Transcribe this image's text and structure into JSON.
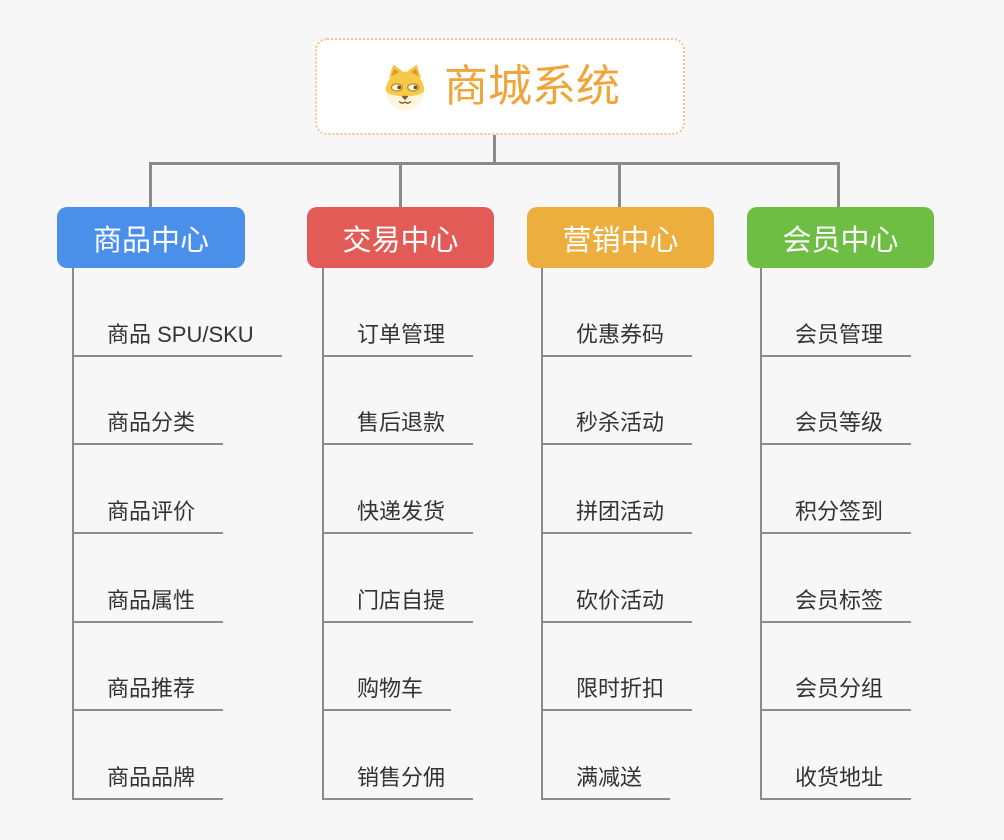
{
  "root": {
    "title": "商城系统",
    "icon": "dog-face-icon"
  },
  "branches": [
    {
      "id": "product-center",
      "label": "商品中心",
      "color": "#4a8fe9",
      "items": [
        "商品 SPU/SKU",
        "商品分类",
        "商品评价",
        "商品属性",
        "商品推荐",
        "商品品牌"
      ]
    },
    {
      "id": "trade-center",
      "label": "交易中心",
      "color": "#e25b56",
      "items": [
        "订单管理",
        "售后退款",
        "快递发货",
        "门店自提",
        "购物车",
        "销售分佣"
      ]
    },
    {
      "id": "marketing-center",
      "label": "营销中心",
      "color": "#ecae3c",
      "items": [
        "优惠券码",
        "秒杀活动",
        "拼团活动",
        "砍价活动",
        "限时折扣",
        "满减送"
      ]
    },
    {
      "id": "member-center",
      "label": "会员中心",
      "color": "#6fbe44",
      "items": [
        "会员管理",
        "会员等级",
        "积分签到",
        "会员标签",
        "会员分组",
        "收货地址"
      ]
    }
  ],
  "colors": {
    "background": "#f7f7f7",
    "connector": "#8a8a8a",
    "leaf_underline": "#8c8c8c",
    "leaf_text": "#333333",
    "root_text": "#f0a53a",
    "root_border": "#f3c387",
    "root_background": "#ffffff"
  }
}
